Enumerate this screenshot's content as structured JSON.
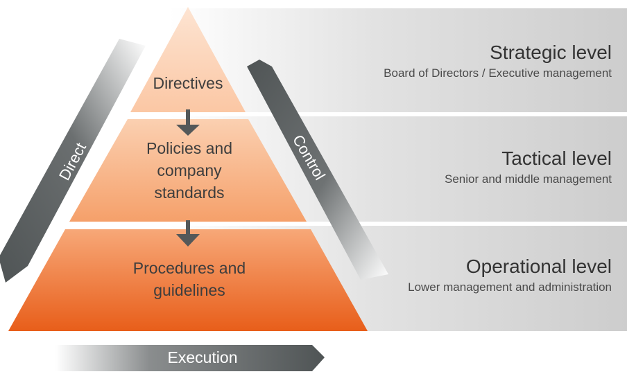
{
  "levels": [
    {
      "title": "Strategic level",
      "subtitle": "Board of Directors / Executive management"
    },
    {
      "title": "Tactical level",
      "subtitle": "Senior and middle management"
    },
    {
      "title": "Operational level",
      "subtitle": "Lower management and administration"
    }
  ],
  "pyramid": {
    "top": "Directives",
    "middle": [
      "Policies and",
      "company",
      "standards"
    ],
    "bottom": [
      "Procedures and",
      "guidelines"
    ]
  },
  "arrows": {
    "left": "Direct",
    "right": "Control",
    "bottom": "Execution"
  },
  "colors": {
    "orange_light": "#fbd2b6",
    "orange_mid": "#f59a63",
    "orange_dark": "#e8601c",
    "gray_dark": "#545859",
    "band_gray": "#c9c9c9"
  }
}
